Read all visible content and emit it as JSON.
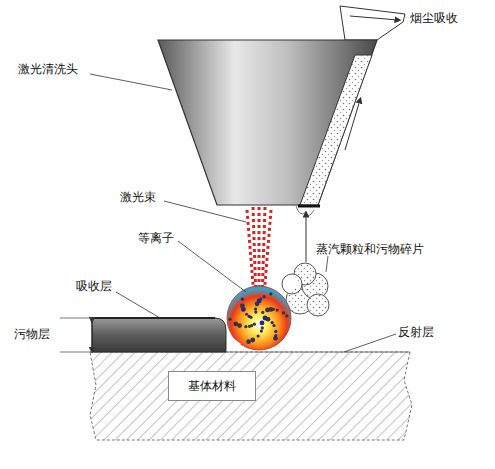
{
  "diagram": {
    "nodes": [
      {
        "text": [
          "基体材料"
        ]
      }
    ],
    "labels": [
      "激光清洗头",
      "烟尘吸收",
      "激光束",
      "等离子",
      "吸收层",
      "蒸汽颗粒和污物碎片",
      "污物层",
      "反射层"
    ]
  }
}
